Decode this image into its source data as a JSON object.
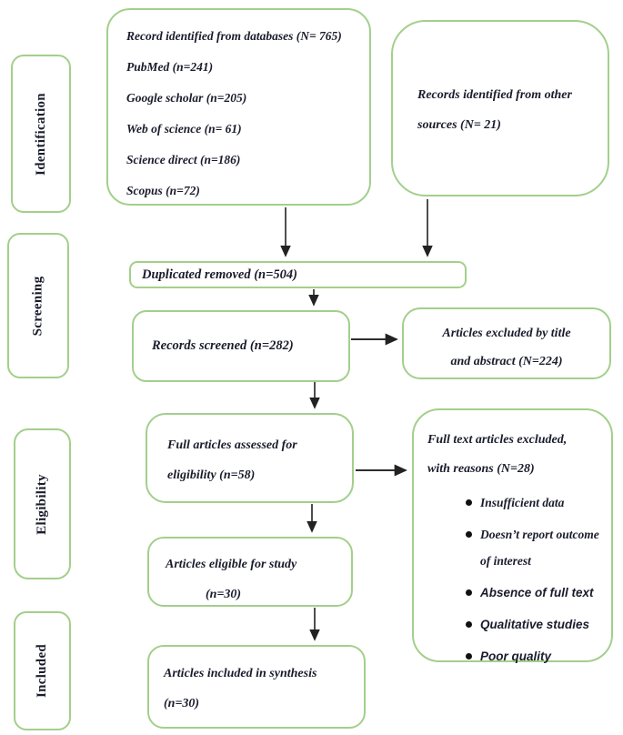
{
  "palette": {
    "border_green": "#a3cf8b",
    "text_color": "#1a1c2c",
    "arrow_color": "#2e2e2e"
  },
  "sidebar": {
    "stages": [
      {
        "label": "Identification"
      },
      {
        "label": "Screening"
      },
      {
        "label": "Eligibility"
      },
      {
        "label": "Included"
      }
    ]
  },
  "boxes": {
    "databases": {
      "lines": [
        "Record identified from databases (N= 765)",
        "PubMed (n=241)",
        "Google scholar (n=205)",
        "Web of science (n= 61)",
        "Science direct (n=186)",
        "Scopus (n=72)"
      ]
    },
    "other_sources": {
      "text": "Records identified from other sources (N= 21)"
    },
    "duplicated": {
      "text": "Duplicated removed (n=504)"
    },
    "screened": {
      "text": "Records screened (n=282)"
    },
    "excluded_title_abstract": {
      "lines": [
        "Articles excluded by title",
        "and abstract (N=224)"
      ]
    },
    "assessed": {
      "lines": [
        "Full articles assessed for",
        "eligibility (n=58)"
      ]
    },
    "excluded_fulltext": {
      "title_lines": [
        "Full text articles excluded,",
        "with reasons (N=28)"
      ],
      "bullets": [
        "Insufficient data",
        "Doesn’t report outcome of interest",
        "Absence of full text",
        "Qualitative studies",
        "Poor quality"
      ]
    },
    "eligible": {
      "lines": [
        "Articles eligible for study",
        "(n=30)"
      ]
    },
    "included_synthesis": {
      "lines": [
        "Articles included in synthesis",
        "(n=30)"
      ]
    }
  }
}
